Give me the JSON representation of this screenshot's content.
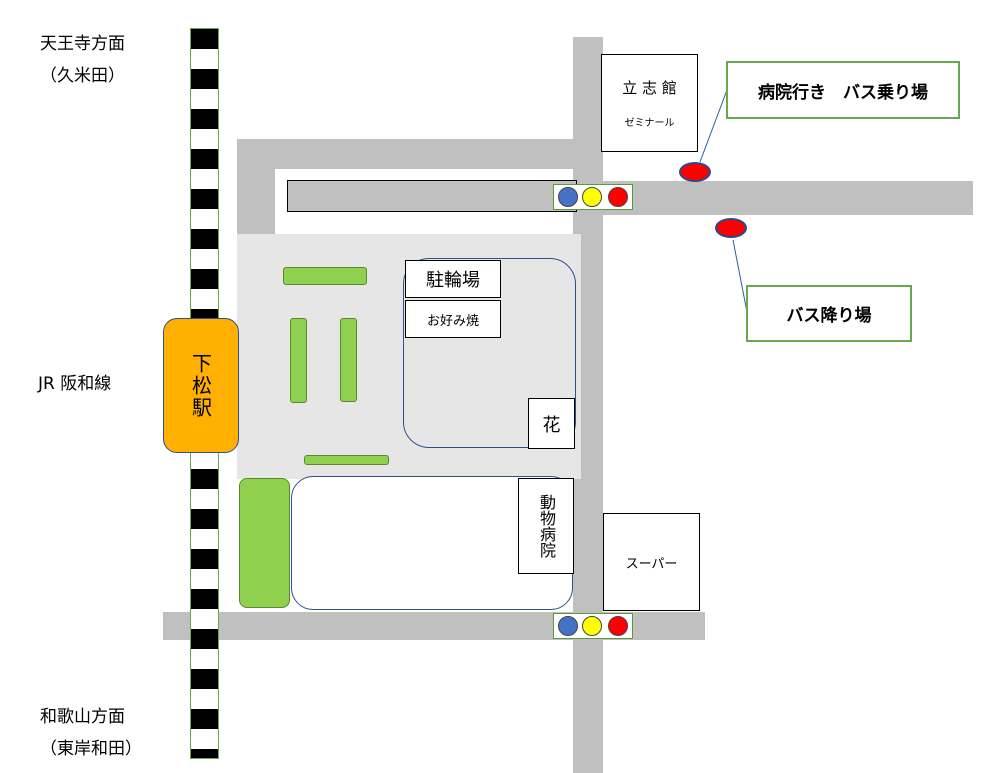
{
  "direction_north": {
    "line1": "天王寺方面",
    "line2": "（久米田）"
  },
  "direction_south": {
    "line1": "和歌山方面",
    "line2": "（東岸和田）"
  },
  "rail_line": "JR 阪和線",
  "station": "下松駅",
  "buildings": {
    "ritsushikan": {
      "name": "立 志 館",
      "sub": "ゼミナール"
    },
    "churinjo": "駐輪場",
    "okonomiyaki": "お好み焼",
    "hana": "花",
    "animal_hospital": "動物病院",
    "supermarket": "スーパー"
  },
  "callouts": {
    "bus_stop_hospital": "病院行き　バス乗り場",
    "bus_drop_off": "バス降り場"
  },
  "colors": {
    "road": "#c0c0c0",
    "plaza": "#e6e6e6",
    "greenery": "#8fd14f",
    "station": "#ffb000",
    "callout_border": "#6aa84f",
    "bus_stop": "#ff0000",
    "signal_blue": "#4472c4",
    "signal_yellow": "#ffff00",
    "signal_red": "#ff0000"
  },
  "icons": [
    "traffic-signal-icon",
    "bus-stop-marker-icon",
    "railway-track-icon"
  ]
}
